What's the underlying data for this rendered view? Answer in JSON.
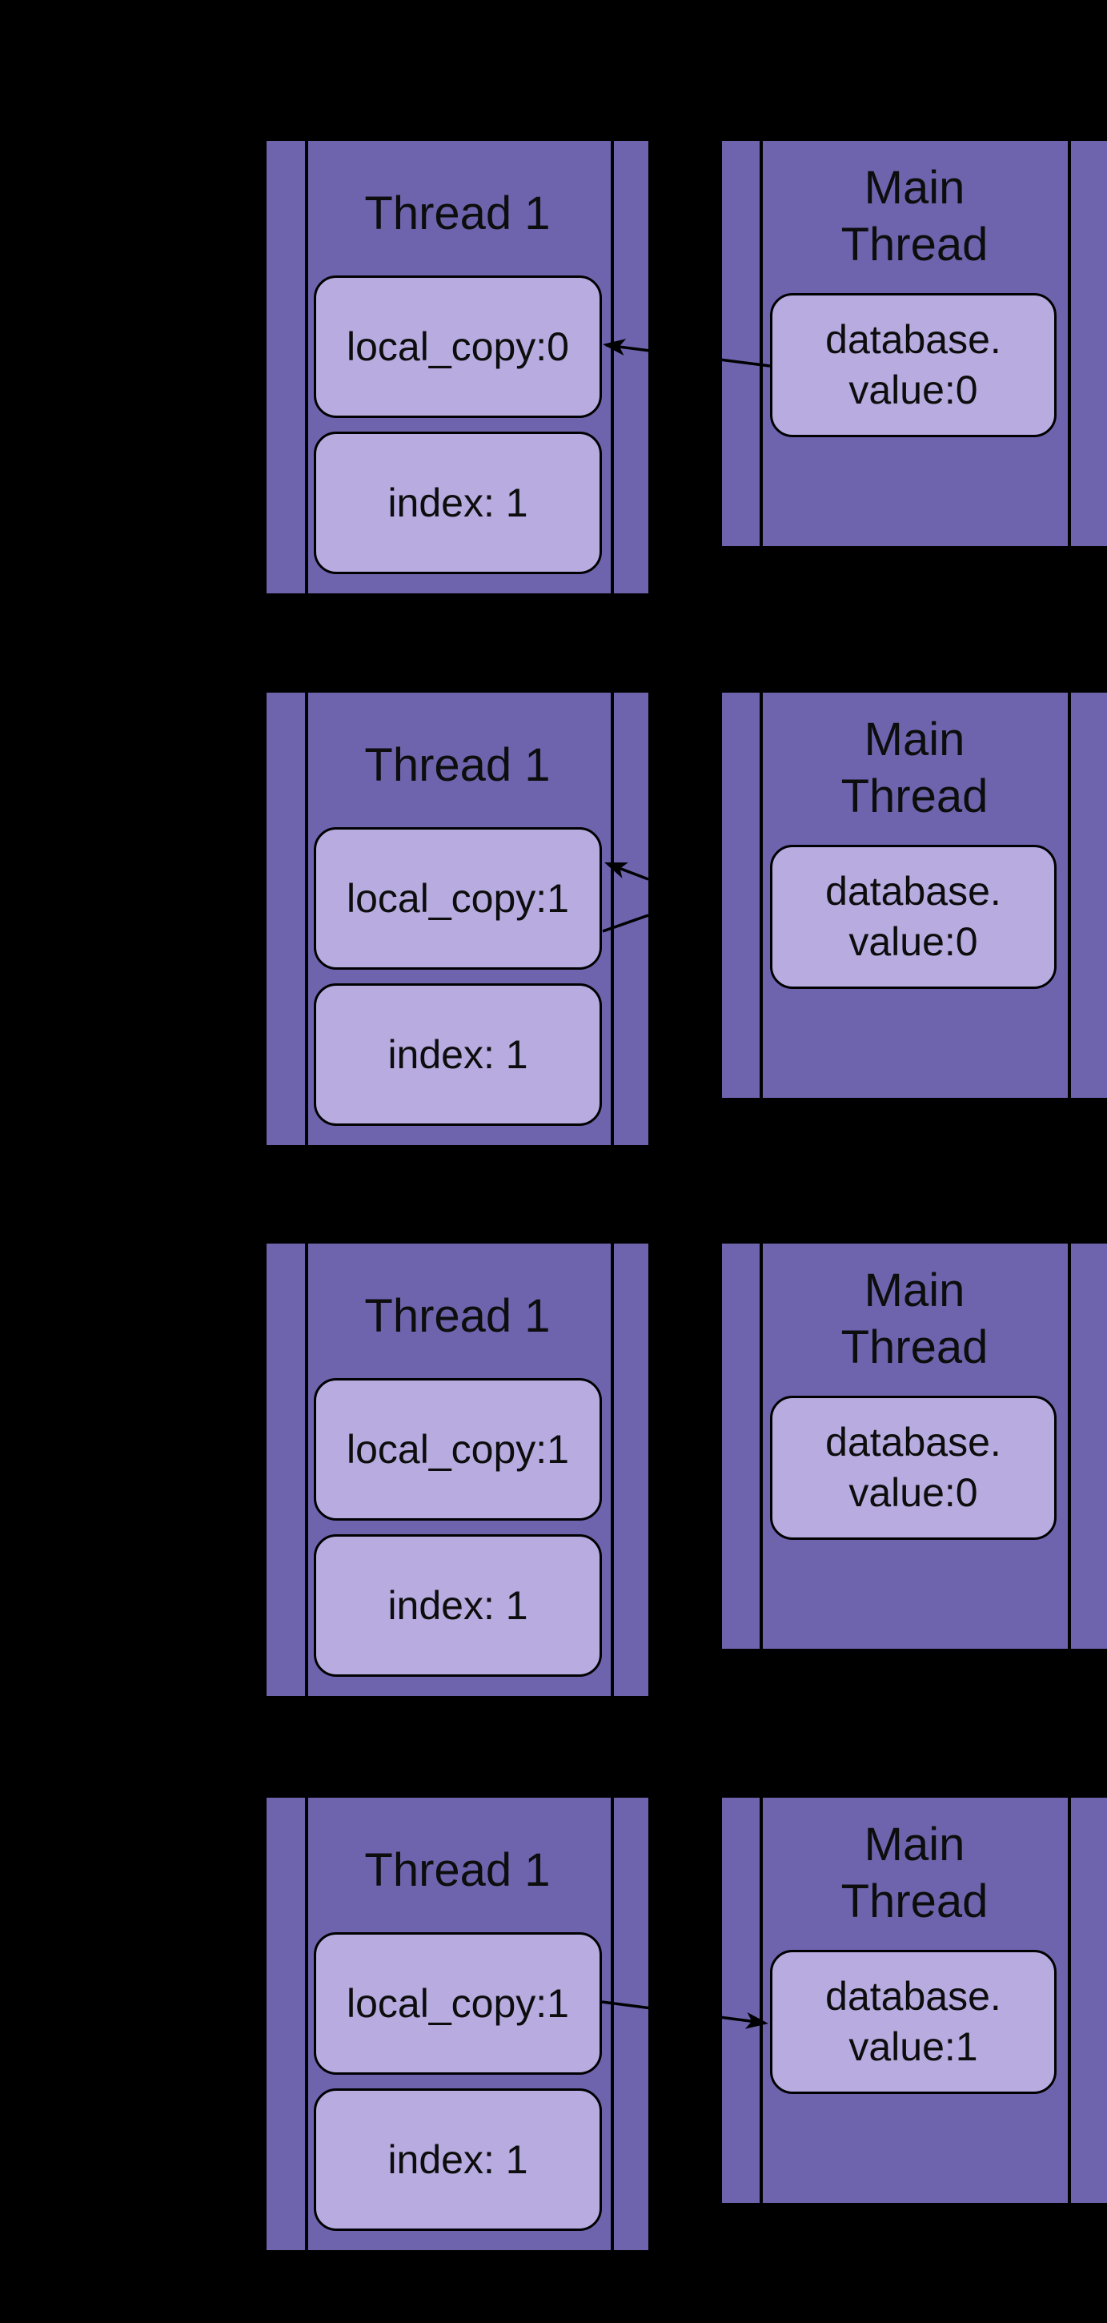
{
  "colors": {
    "background": "#000000",
    "lane": "#6E64AE",
    "node_fill": "#B7ABE0",
    "stroke": "#000000",
    "text": "#0D0D0D"
  },
  "rows": [
    {
      "thread1": {
        "title": "Thread 1",
        "local_copy": "local_copy:0",
        "index": "index: 1"
      },
      "main": {
        "title_line1": "Main",
        "title_line2": "Thread",
        "database_line1": "database.",
        "database_line2": "value:0"
      }
    },
    {
      "thread1": {
        "title": "Thread 1",
        "local_copy": "local_copy:1",
        "index": "index: 1"
      },
      "main": {
        "title_line1": "Main",
        "title_line2": "Thread",
        "database_line1": "database.",
        "database_line2": "value:0"
      }
    },
    {
      "thread1": {
        "title": "Thread 1",
        "local_copy": "local_copy:1",
        "index": "index: 1"
      },
      "main": {
        "title_line1": "Main",
        "title_line2": "Thread",
        "database_line1": "database.",
        "database_line2": "value:0"
      }
    },
    {
      "thread1": {
        "title": "Thread 1",
        "local_copy": "local_copy:1",
        "index": "index: 1"
      },
      "main": {
        "title_line1": "Main",
        "title_line2": "Thread",
        "database_line1": "database.",
        "database_line2": "value:1"
      }
    }
  ],
  "arrows": [
    {
      "id": "read-database-into-local-copy",
      "row": 1,
      "direction": "left"
    },
    {
      "id": "increment-local-copy-loop",
      "row": 2,
      "direction": "self"
    },
    {
      "id": "write-local-copy-to-database",
      "row": 4,
      "direction": "right"
    }
  ]
}
